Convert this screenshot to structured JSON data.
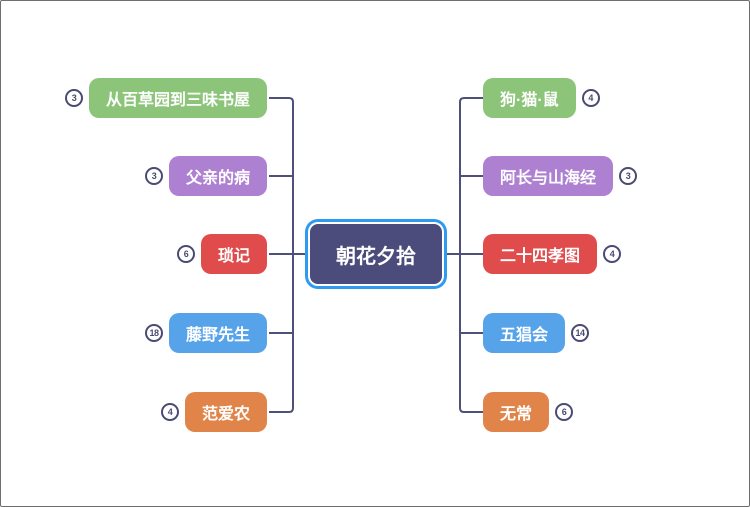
{
  "diagram": {
    "type": "mindmap",
    "root": {
      "label": "朝花夕拾"
    }
  },
  "left_branches": [
    {
      "label": "从百草园到三味书屋",
      "count": "3",
      "color": "green"
    },
    {
      "label": "父亲的病",
      "count": "3",
      "color": "purple"
    },
    {
      "label": "琐记",
      "count": "6",
      "color": "red"
    },
    {
      "label": "藤野先生",
      "count": "18",
      "color": "blue"
    },
    {
      "label": "范爱农",
      "count": "4",
      "color": "orange"
    }
  ],
  "right_branches": [
    {
      "label": "狗·猫·鼠",
      "count": "4",
      "color": "green"
    },
    {
      "label": "阿长与山海经",
      "count": "3",
      "color": "purple"
    },
    {
      "label": "二十四孝图",
      "count": "4",
      "color": "red"
    },
    {
      "label": "五猖会",
      "count": "14",
      "color": "blue"
    },
    {
      "label": "无常",
      "count": "6",
      "color": "orange"
    }
  ],
  "palette": {
    "green": "#8CC57A",
    "purple": "#AE80D2",
    "red": "#E04C4C",
    "blue": "#57A3EA",
    "orange": "#E08449",
    "navy": "#4C4C7C",
    "ring": "#2E9BF0",
    "line": "#4F4F7A",
    "badge_border": "#4A4A74"
  }
}
